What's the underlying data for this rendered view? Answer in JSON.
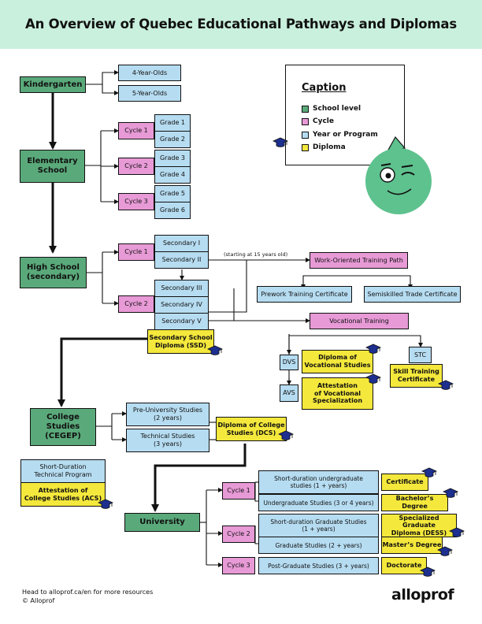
{
  "title": "An Overview of Quebec Educational Pathways and Diplomas",
  "colors": {
    "school_level": "#5aa97a",
    "cycle": "#e79ad6",
    "year_or_program": "#b6dcf1",
    "diploma": "#f4e83c",
    "header_bg": "#c9f0dd",
    "mascot": "#5ec28e"
  },
  "caption": {
    "title": "Caption",
    "school_level": "School level",
    "cycle": "Cycle",
    "year_or_program": "Year or Program",
    "diploma": "Diploma"
  },
  "kindergarten": {
    "label": "Kindergarten",
    "ages": [
      "4-Year-Olds",
      "5-Year-Olds"
    ]
  },
  "elementary": {
    "label": "Elementary\nSchool",
    "cycles": [
      {
        "label": "Cycle 1",
        "grades": [
          "Grade 1",
          "Grade 2"
        ]
      },
      {
        "label": "Cycle 2",
        "grades": [
          "Grade 3",
          "Grade 4"
        ]
      },
      {
        "label": "Cycle 3",
        "grades": [
          "Grade 5",
          "Grade 6"
        ]
      }
    ]
  },
  "high_school": {
    "label": "High School\n(secondary)",
    "cycles": [
      {
        "label": "Cycle 1",
        "years": [
          "Secondary I",
          "Secondary II"
        ]
      },
      {
        "label": "Cycle 2",
        "years": [
          "Secondary III",
          "Secondary IV",
          "Secondary V"
        ]
      }
    ],
    "diploma": "Secondary School\nDiploma (SSD)"
  },
  "work_training": {
    "note": "(starting at 15 years old)",
    "label": "Work-Oriented Training Path",
    "certificates": [
      "Prework Training Certificate",
      "Semiskilled Trade Certificate"
    ]
  },
  "vocational": {
    "label": "Vocational Training",
    "dvs": "DVS",
    "dvs_diploma": "Diploma of\nVocational Studies",
    "avs": "AVS",
    "avs_diploma": "Attestation\nof Vocational\nSpecialization",
    "stc": "STC",
    "stc_diploma": "Skill Training\nCertificate"
  },
  "college": {
    "label": "College\nStudies\n(CEGEP)",
    "pre_university": "Pre-University Studies\n(2 years)",
    "technical": "Technical Studies\n(3 years)",
    "diploma": "Diploma of College\nStudies (DCS)",
    "short_program": "Short-Duration\nTechnical Program",
    "short_diploma": "Attestation of\nCollege Studies (ACS)"
  },
  "university": {
    "label": "University",
    "cycles": [
      {
        "label": "Cycle 1",
        "programs": [
          {
            "name": "Short-duration undergraduate\nstudies (1 + years)",
            "diploma": "Certificate"
          },
          {
            "name": "Undergraduate Studies (3 or 4 years)",
            "diploma": "Bachelor’s Degree"
          }
        ]
      },
      {
        "label": "Cycle 2",
        "programs": [
          {
            "name": "Short-duration Graduate Studies\n(1 + years)",
            "diploma": "Specialized Graduate\nDiploma (DESS)"
          },
          {
            "name": "Graduate Studies (2 + years)",
            "diploma": "Master’s Degree"
          }
        ]
      },
      {
        "label": "Cycle 3",
        "programs": [
          {
            "name": "Post-Graduate Studies (3 + years)",
            "diploma": "Doctorate"
          }
        ]
      }
    ]
  },
  "footer": {
    "line1": "Head to alloprof.ca/en for more resources",
    "line2": "© Alloprof",
    "logo": "alloprof"
  }
}
